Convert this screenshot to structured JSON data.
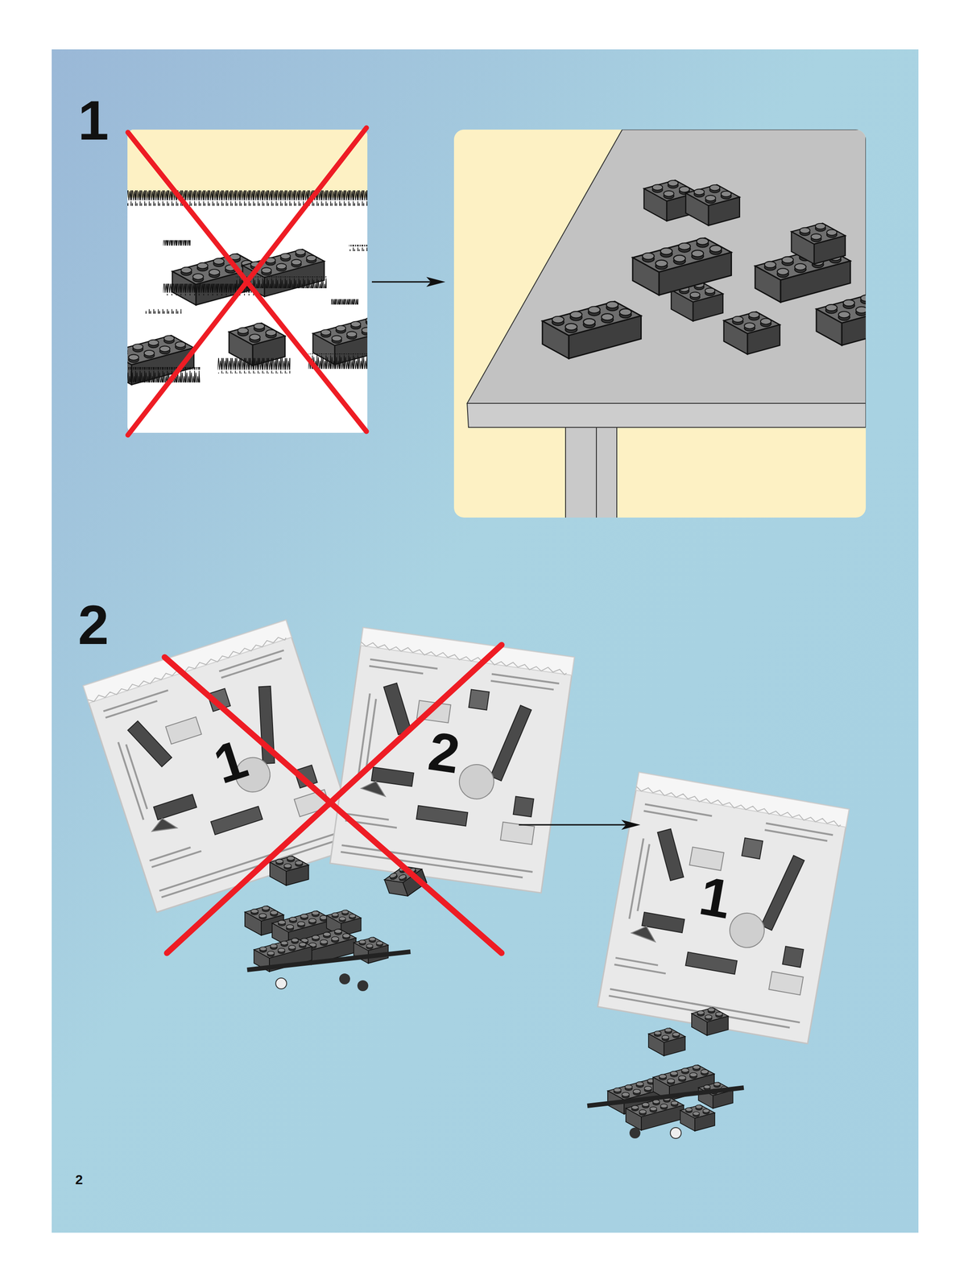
{
  "diagram": {
    "nodes": [
      {
        "text": [
          "1"
        ]
      },
      {
        "text": [
          "2"
        ]
      },
      {
        "text": [
          "1"
        ]
      }
    ],
    "edges": [
      {
        "from": 1,
        "to": 2,
        "arrow": "to"
      }
    ],
    "labels": [
      "1",
      "2",
      "2"
    ]
  }
}
